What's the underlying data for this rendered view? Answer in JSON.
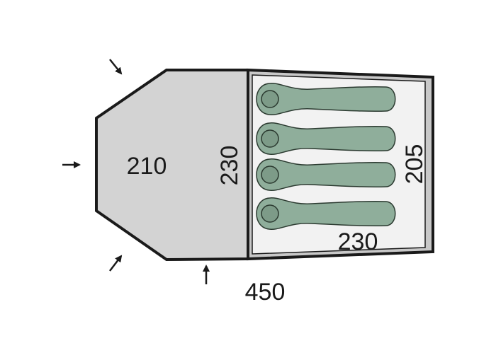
{
  "floorplan": {
    "dimensions": {
      "vestibule_depth": "210",
      "inner_width": "230",
      "inner_depth": "205",
      "sleeping_length": "230",
      "total_length": "450"
    },
    "sleeping_bags": 4,
    "entrances": 4,
    "colors": {
      "outline": "#1a1a1a",
      "vestibule_fill": "#d3d3d3",
      "inner_fill": "#f2f2f2",
      "inner_border": "#c8c8c8",
      "bag_fill": "#8fae9b",
      "bag_outline": "#2b3a30",
      "head_fill": "#7d9b88"
    },
    "icons": [
      "entrance-arrow-icon",
      "sleeping-bag-icon"
    ]
  }
}
